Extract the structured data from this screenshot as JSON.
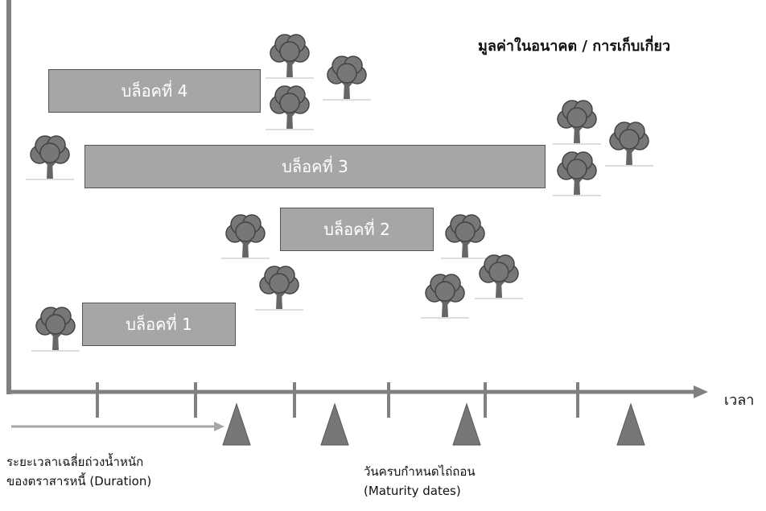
{
  "title": "มูลค่าในอนาคต / การเก็บเกี่ยว",
  "axis": {
    "time_label": "เวลา"
  },
  "blocks": [
    {
      "label": "บล็อคที่ 4"
    },
    {
      "label": "บล็อคที่ 3"
    },
    {
      "label": "บล็อคที่ 2"
    },
    {
      "label": "บล็อคที่ 1"
    }
  ],
  "duration_label": {
    "line1": "ระยะเวลาเฉลี่ยถ่วงน้ำหนัก",
    "line2": "ของตราสารหนี้ (Duration)"
  },
  "maturity_label": {
    "line1": "วันครบกำหนดไถ่ถอน",
    "line2": "(Maturity dates)"
  },
  "colors": {
    "block_fill": "#a6a6a6",
    "axis": "#808080",
    "tree": "#666666",
    "triangle": "#777777"
  },
  "icons": {
    "tree": "tree-icon",
    "marker": "maturity-triangle-icon"
  }
}
